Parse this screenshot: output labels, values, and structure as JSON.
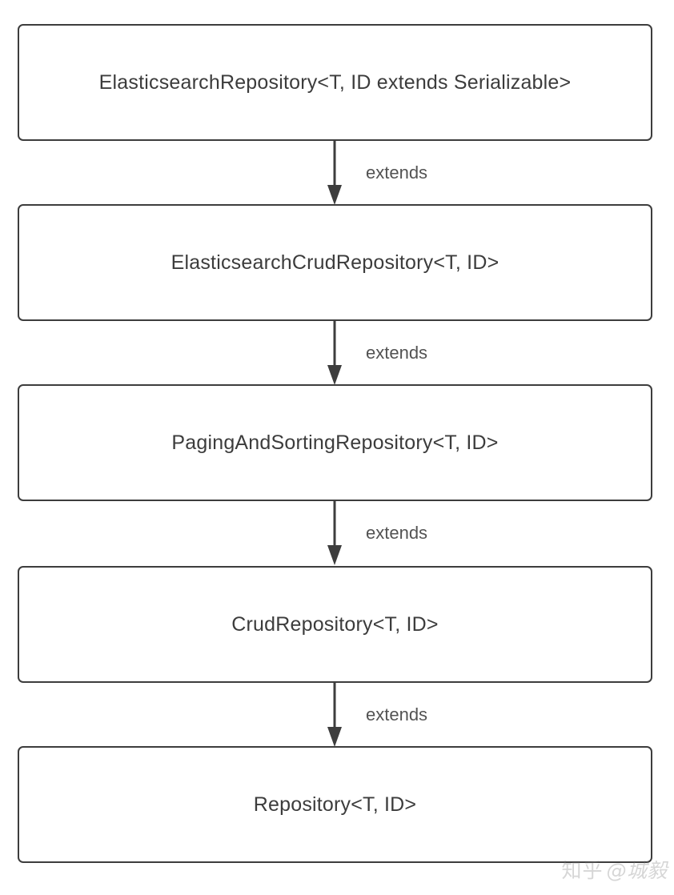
{
  "diagram": {
    "type": "inheritance-hierarchy",
    "background_color": "#ffffff",
    "box_border_color": "#3d3d3d",
    "text_color": "#3c3c3c",
    "edge_label_color": "#535353",
    "nodes": [
      {
        "id": "elasticsearch-repository",
        "label": "ElasticsearchRepository<T, ID extends Serializable>"
      },
      {
        "id": "elasticsearch-crud-repository",
        "label": "ElasticsearchCrudRepository<T, ID>"
      },
      {
        "id": "paging-and-sorting-repository",
        "label": "PagingAndSortingRepository<T, ID>"
      },
      {
        "id": "crud-repository",
        "label": "CrudRepository<T, ID>"
      },
      {
        "id": "repository",
        "label": "Repository<T, ID>"
      }
    ],
    "edges": [
      {
        "from": "elasticsearch-repository",
        "to": "elasticsearch-crud-repository",
        "label": "extends"
      },
      {
        "from": "elasticsearch-crud-repository",
        "to": "paging-and-sorting-repository",
        "label": "extends"
      },
      {
        "from": "paging-and-sorting-repository",
        "to": "crud-repository",
        "label": "extends"
      },
      {
        "from": "crud-repository",
        "to": "repository",
        "label": "extends"
      }
    ]
  },
  "watermark": {
    "brand": "知乎",
    "user": "@城毅"
  }
}
